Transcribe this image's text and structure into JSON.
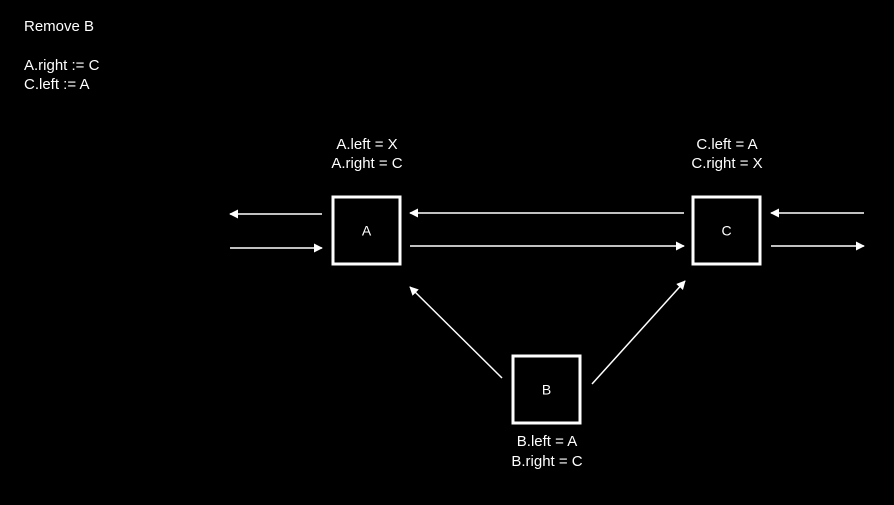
{
  "title": "Remove B",
  "operations": [
    "A.right := C",
    "C.left := A"
  ],
  "nodes": {
    "A": {
      "name": "A",
      "lines": [
        "A.left = X",
        "A.right = C"
      ]
    },
    "C": {
      "name": "C",
      "lines": [
        "C.left = A",
        "C.right = X"
      ]
    },
    "B": {
      "name": "B",
      "lines": [
        "B.left = A",
        "B.right = C"
      ]
    }
  },
  "colors": {
    "background": "#000000",
    "foreground": "#ffffff"
  }
}
